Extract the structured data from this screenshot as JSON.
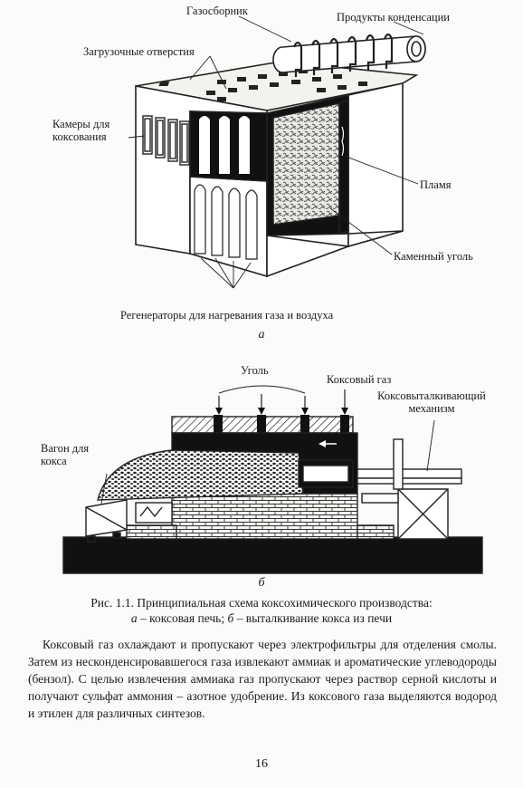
{
  "figure_a": {
    "labels": {
      "gas_collector": "Газосборник",
      "condensation_products": "Продукты конденсации",
      "loading_holes": "Загрузочные отверстия",
      "coking_chambers": "Камеры для коксования",
      "flame": "Пламя",
      "coal": "Каменный уголь",
      "regenerators": "Регенераторы для нагревания газа и воздуха"
    },
    "letter": "а"
  },
  "figure_b": {
    "labels": {
      "coal": "Уголь",
      "coke_gas": "Коксовый газ",
      "pusher": "Коксовыталкивающий механизм",
      "coke_wagon": "Вагон для кокса"
    },
    "letter": "б"
  },
  "caption": {
    "line1": "Рис. 1.1. Принципиальная схема коксохимического производства:",
    "line2_a": "а",
    "line2_a_text": " – коксовая печь; ",
    "line2_b": "б",
    "line2_b_text": " – выталкивание кокса из печи"
  },
  "body_text": "Коксовый газ охлаждают и пропускают через электрофильтры для отделения смолы. Затем из несконденсировавшегося газа извлекают аммиак и ароматические углеводороды (бензол). С целью извлечения аммиака газ пропускают через раствор серной кислоты и получают сульфат аммония – азотное удобрение. Из коксового газа выделяются водород и этилен для различных синтезов.",
  "page_number": "16"
}
